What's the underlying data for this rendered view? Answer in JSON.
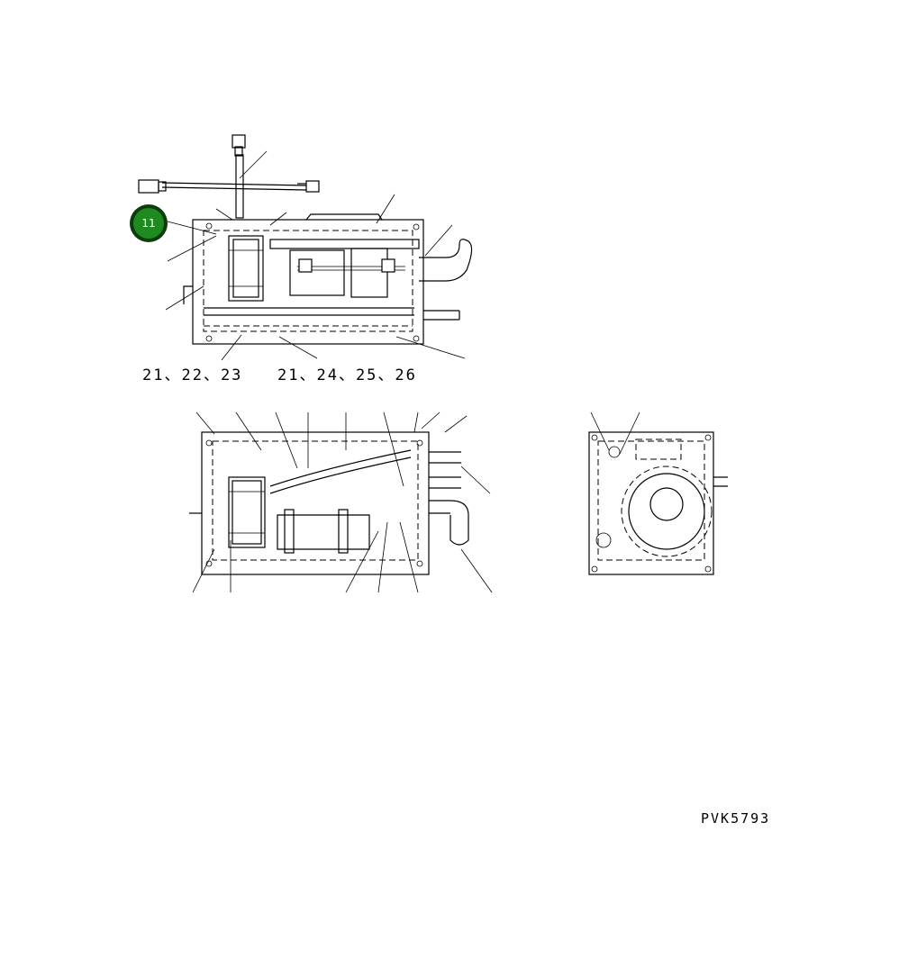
{
  "diagram": {
    "callout_badge": {
      "label": "11",
      "fill": "#1f8a1f",
      "ring": "#0d3d0d"
    },
    "top_view_labels": {
      "left": "21、22、23",
      "right": "21、24、25、26"
    },
    "drawing_code": "PVK5793"
  }
}
